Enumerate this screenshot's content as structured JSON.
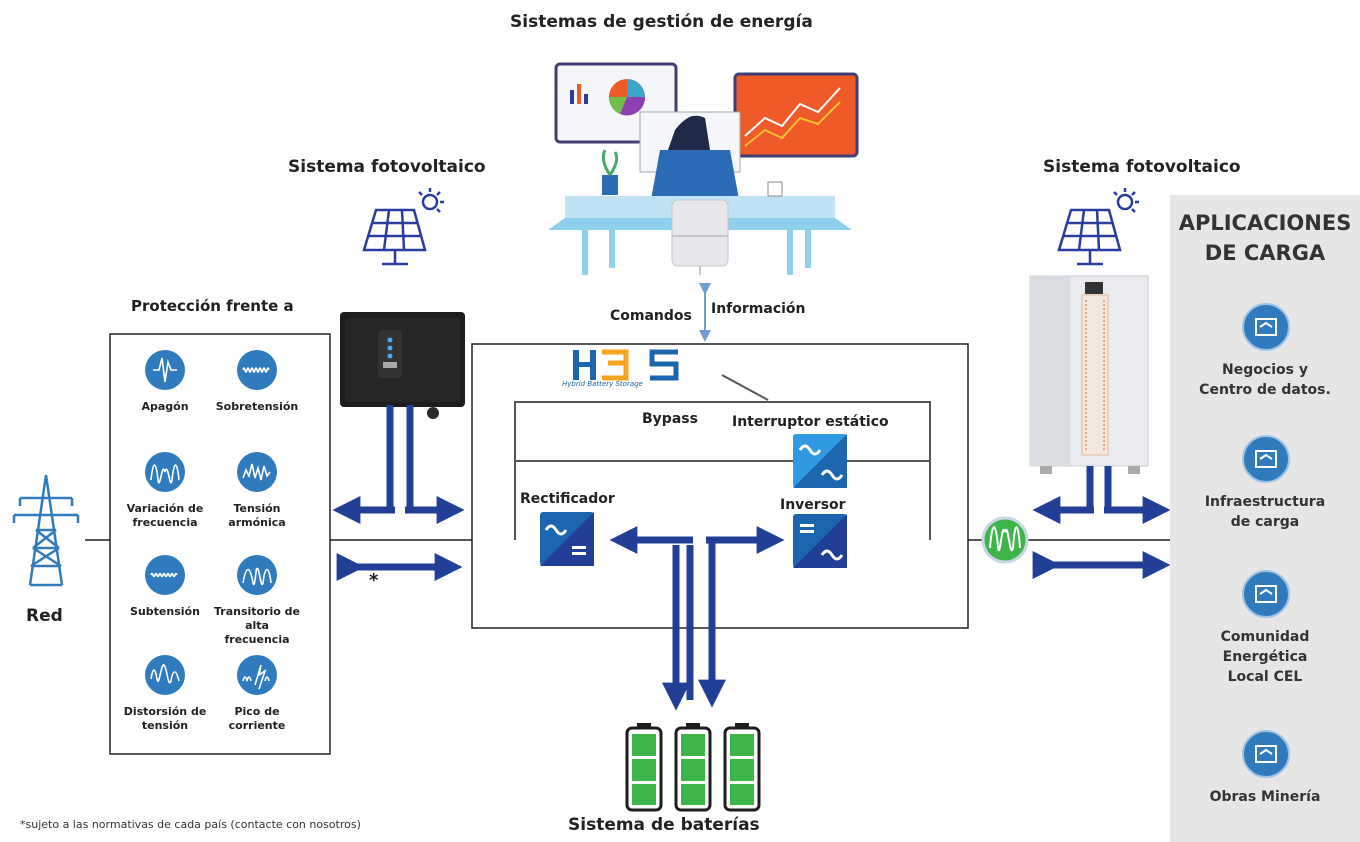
{
  "titles": {
    "ems": "Sistemas de gestión de energía",
    "pv_left": "Sistema fotovoltaico",
    "pv_right": "Sistema fotovoltaico",
    "battery": "Sistema de baterías",
    "grid": "Red",
    "protection": "Protección frente a"
  },
  "protection_items": [
    {
      "label": "Apagón",
      "icon": "blackout-icon"
    },
    {
      "label": "Sobretensión",
      "icon": "overvoltage-icon"
    },
    {
      "label": "Variación de frecuencia",
      "icon": "frequency-variation-icon"
    },
    {
      "label": "Tensión armónica",
      "icon": "harmonic-voltage-icon"
    },
    {
      "label": "Subtensión",
      "icon": "undervoltage-icon"
    },
    {
      "label": "Transitorio de alta frecuencia",
      "icon": "high-frequency-transient-icon"
    },
    {
      "label": "Distorsión de tensión",
      "icon": "voltage-distortion-icon"
    },
    {
      "label": "Pico de corriente",
      "icon": "current-spike-icon"
    }
  ],
  "hbs": {
    "logo": "HBS",
    "logo_sub": "Hybrid Battery Storage",
    "bypass": "Bypass",
    "static_switch": "Interruptor estático",
    "rectifier": "Rectificador",
    "inverter": "Inversor"
  },
  "comms": {
    "commands": "Comandos",
    "information": "Información"
  },
  "asterisk": "*",
  "footnote": "*sujeto a las normativas de cada país (contacte con nosotros)",
  "sidebar": {
    "title_line1": "APLICACIONES",
    "title_line2": "DE CARGA",
    "items": [
      {
        "line1": "Negocios y",
        "line2": "Centro de datos.",
        "line3": "",
        "icon": "factory-house-icon"
      },
      {
        "line1": "Infraestructura",
        "line2": "de carga",
        "line3": "",
        "icon": "ev-charging-icon"
      },
      {
        "line1": "Comunidad",
        "line2": "Energética",
        "line3": "Local CEL",
        "icon": "community-energy-icon"
      },
      {
        "line1": "Obras Minería",
        "line2": "",
        "line3": "",
        "icon": "mining-works-icon"
      }
    ]
  },
  "colors": {
    "arrow": "#223f98",
    "icon_blue": "#2f7bbd",
    "battery_green": "#3db54a",
    "sine_green": "#3db54a",
    "screen_orange": "#f05a28"
  }
}
